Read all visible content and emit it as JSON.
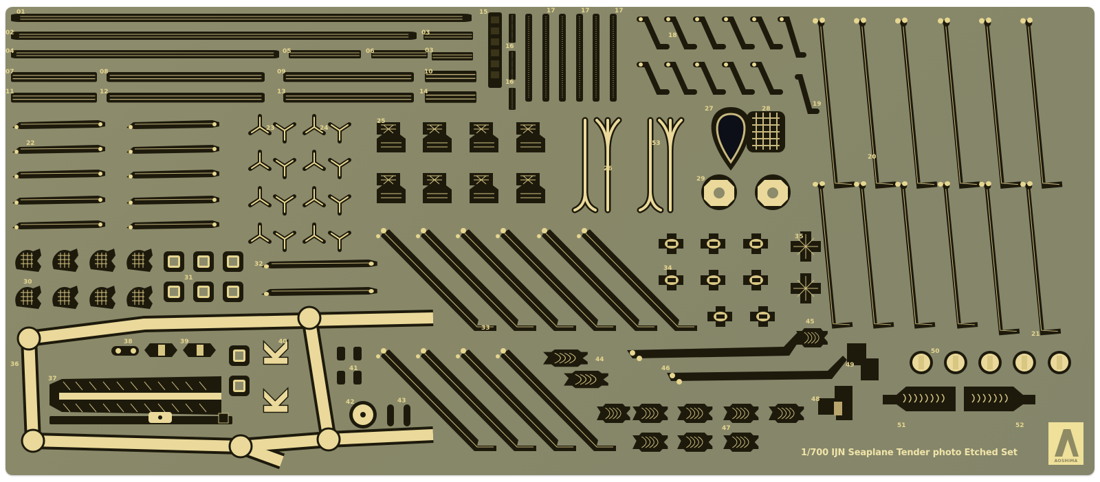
{
  "image": {
    "subject": "Photo-etched brass detail sheet for a scale ship model",
    "title_text": "1/700 IJN Seaplane Tender photo Etched Set",
    "brand": "AOSHIMA",
    "colors": {
      "sheet": "#888869",
      "part_fill": "#e8d89a",
      "part_outline": "#1a1608",
      "label": "#e6d690",
      "background": "#ffffff"
    }
  },
  "labels": {
    "p01": "01",
    "p02": "02",
    "p03a": "03",
    "p03b": "03",
    "p04": "04",
    "p05": "05",
    "p06": "06",
    "p07": "07",
    "p08": "08",
    "p09": "09",
    "p10": "10",
    "p11": "11",
    "p12": "12",
    "p13": "13",
    "p14": "14",
    "p15": "15",
    "p16a": "16",
    "p16b": "16",
    "p17a": "17",
    "p17b": "17",
    "p17c": "17",
    "p18": "18",
    "p19": "19",
    "p20": "20",
    "p21": "21",
    "p22": "22",
    "p23": "23",
    "p24": "24",
    "p25": "25",
    "p26": "26",
    "p27": "27",
    "p28": "28",
    "p29": "29",
    "p30": "30",
    "p31": "31",
    "p32": "32",
    "p33": "33",
    "p34": "34",
    "p35": "35",
    "p36": "36",
    "p37": "37",
    "p38": "38",
    "p39": "39",
    "p40": "40",
    "p41": "41",
    "p42": "42",
    "p43": "43",
    "p44": "44",
    "p45": "45",
    "p46": "46",
    "p47": "47",
    "p48": "48",
    "p49": "49",
    "p50": "50",
    "p51": "51",
    "p52": "52",
    "p53": "53"
  }
}
